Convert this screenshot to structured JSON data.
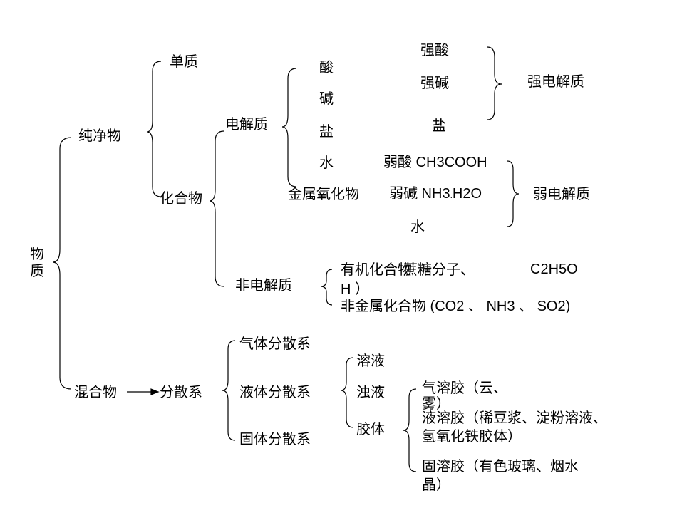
{
  "root": {
    "line1": "物",
    "line2": "质"
  },
  "pure": {
    "label": "纯净物",
    "element": "单质",
    "compound": "化合物",
    "electrolyte": {
      "label": "电解质",
      "kinds": [
        "酸",
        "碱",
        "盐",
        "水",
        "金属氧化物"
      ],
      "strong_items": [
        "强酸",
        "强碱",
        "盐"
      ],
      "strong_label": "强电解质",
      "weak_acid": "弱酸 CH3COOH",
      "weak_base": "弱碱 NH3",
      "weak_base_dot": ".",
      "weak_base_formula": "H2O",
      "weak_water": "水",
      "weak_label": "弱电解质"
    },
    "non_electrolyte": {
      "label": "非电解质",
      "organic_label": "有机化合物",
      "organic_detail_a": "蔗糖分子、",
      "organic_detail_b": "C2H5O",
      "organic_detail_c": "H ）",
      "nonmetal": "非金属化合物 (CO2 、 NH3 、 SO2)"
    }
  },
  "mixture": {
    "label": "混合物",
    "dispersion": "分散系",
    "media": [
      "气体分散系",
      "液体分散系",
      "固体分散系"
    ],
    "liquid_types": [
      "溶液",
      "浊液",
      "胶体"
    ],
    "colloids": {
      "gas_a": "气溶胶（云、",
      "gas_b": "雾）",
      "liquid_a": "液溶胶（稀豆浆、淀粉溶液、",
      "liquid_b": "氢氧化铁胶体）",
      "solid_a": "固溶胶（有色玻璃、烟水",
      "solid_b": "晶）"
    }
  }
}
